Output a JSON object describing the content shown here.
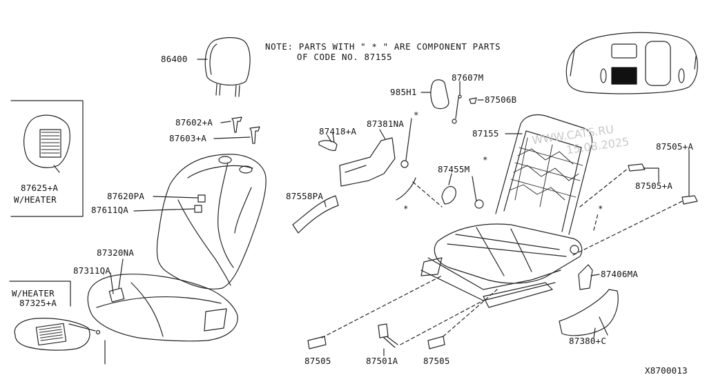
{
  "note": {
    "line1": "NOTE: PARTS WITH \" * \" ARE COMPONENT PARTS",
    "line2": "OF CODE NO. 87155"
  },
  "watermark": {
    "site": "WWW.CATS.RU",
    "date": "15.08.2025"
  },
  "drawing_code": "X8700013",
  "parts": {
    "p86400": "86400",
    "p87602": "87602+A",
    "p87603": "87603+A",
    "p87625": "87625+A",
    "w_heater_1": "W/HEATER",
    "p87620": "87620PA",
    "p87611": "87611QA",
    "p87320": "87320NA",
    "p87311": "87311QA",
    "w_heater_2": "W/HEATER",
    "p87325": "87325+A",
    "p985h1": "985H1",
    "p87607": "87607M",
    "p87506": "87506B",
    "p87418": "87418+A",
    "p87381": "87381NA",
    "p87155": "87155",
    "p87455": "87455M",
    "p87558": "87558PA",
    "p87505a": "87505+A",
    "p87505b": "87505+A",
    "p87406": "87406MA",
    "p87380": "87380+C",
    "p87505c": "87505",
    "p87501": "87501A",
    "p87505d": "87505"
  },
  "component_marker": "*"
}
